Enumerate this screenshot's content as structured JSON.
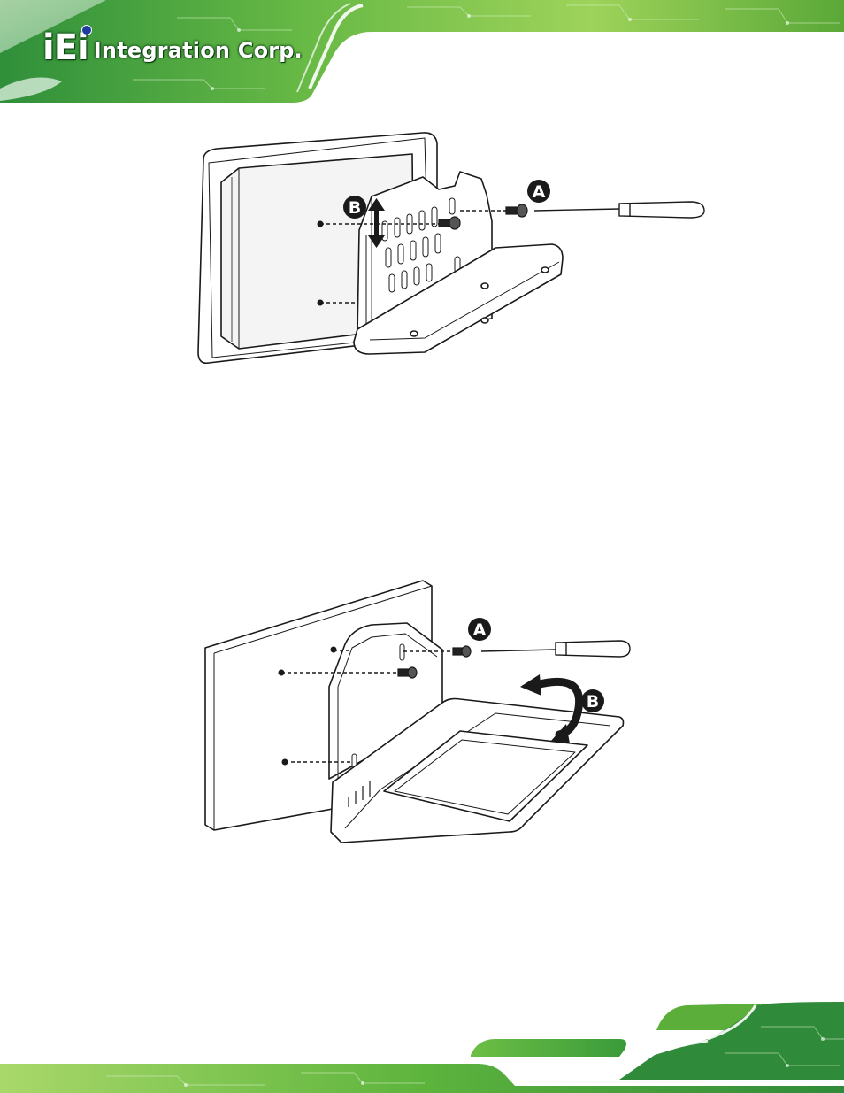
{
  "header": {
    "logo_mark": "iEi",
    "logo_text": "Integration Corp."
  },
  "figure1": {
    "callout_a": "A",
    "callout_b": "B"
  },
  "figure2": {
    "callout_a": "A",
    "callout_b": "B"
  },
  "colors": {
    "brand_green": "#4aa329",
    "brand_dark_green": "#1e6b1c",
    "logo_dot_blue": "#1d3c9c",
    "line_art": "#1a1a1a"
  }
}
